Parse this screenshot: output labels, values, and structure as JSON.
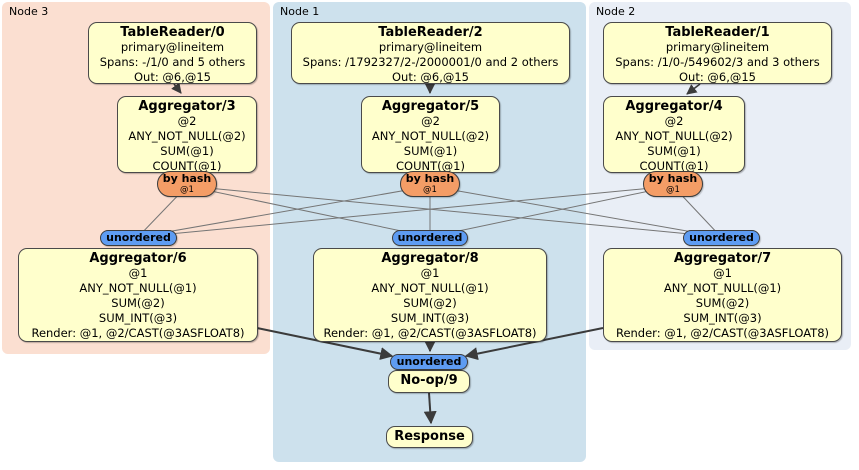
{
  "regions": [
    {
      "label": "Node 3"
    },
    {
      "label": "Node 1"
    },
    {
      "label": "Node 2"
    }
  ],
  "boxes": {
    "tr0": {
      "title": "TableReader/0",
      "lines": [
        "primary@lineitem",
        "Spans: -/1/0 and 5 others",
        "Out: @6,@15"
      ]
    },
    "tr2": {
      "title": "TableReader/2",
      "lines": [
        "primary@lineitem",
        "Spans: /1792327/2-/2000001/0 and 2 others",
        "Out: @6,@15"
      ]
    },
    "tr1": {
      "title": "TableReader/1",
      "lines": [
        "primary@lineitem",
        "Spans: /1/0-/549602/3 and 3 others",
        "Out: @6,@15"
      ]
    },
    "agg3": {
      "title": "Aggregator/3",
      "lines": [
        "@2",
        "ANY_NOT_NULL(@2)",
        "SUM(@1)",
        "COUNT(@1)"
      ]
    },
    "agg5": {
      "title": "Aggregator/5",
      "lines": [
        "@2",
        "ANY_NOT_NULL(@2)",
        "SUM(@1)",
        "COUNT(@1)"
      ]
    },
    "agg4": {
      "title": "Aggregator/4",
      "lines": [
        "@2",
        "ANY_NOT_NULL(@2)",
        "SUM(@1)",
        "COUNT(@1)"
      ]
    },
    "agg6": {
      "title": "Aggregator/6",
      "lines": [
        "@1",
        "ANY_NOT_NULL(@1)",
        "SUM(@2)",
        "SUM_INT(@3)",
        "Render: @1, @2/CAST(@3ASFLOAT8)"
      ]
    },
    "agg8": {
      "title": "Aggregator/8",
      "lines": [
        "@1",
        "ANY_NOT_NULL(@1)",
        "SUM(@2)",
        "SUM_INT(@3)",
        "Render: @1, @2/CAST(@3ASFLOAT8)"
      ]
    },
    "agg7": {
      "title": "Aggregator/7",
      "lines": [
        "@1",
        "ANY_NOT_NULL(@1)",
        "SUM(@2)",
        "SUM_INT(@3)",
        "Render: @1, @2/CAST(@3ASFLOAT8)"
      ]
    },
    "noop": {
      "title": "No-op/9"
    },
    "response": {
      "title": "Response"
    }
  },
  "ovals": {
    "by_hash": {
      "label": "by hash",
      "sub": "@1"
    },
    "unordered": {
      "label": "unordered"
    }
  },
  "colors": {
    "region_node3": "#fbdfd1",
    "region_node1": "#cde1ed",
    "region_node2": "#e9eef6",
    "box_fill": "#ffffcc",
    "router_fill": "#f49d66",
    "sync_fill": "#5e9cf2",
    "edge_thin": "#757575",
    "edge_thick": "#3b3b3b"
  }
}
